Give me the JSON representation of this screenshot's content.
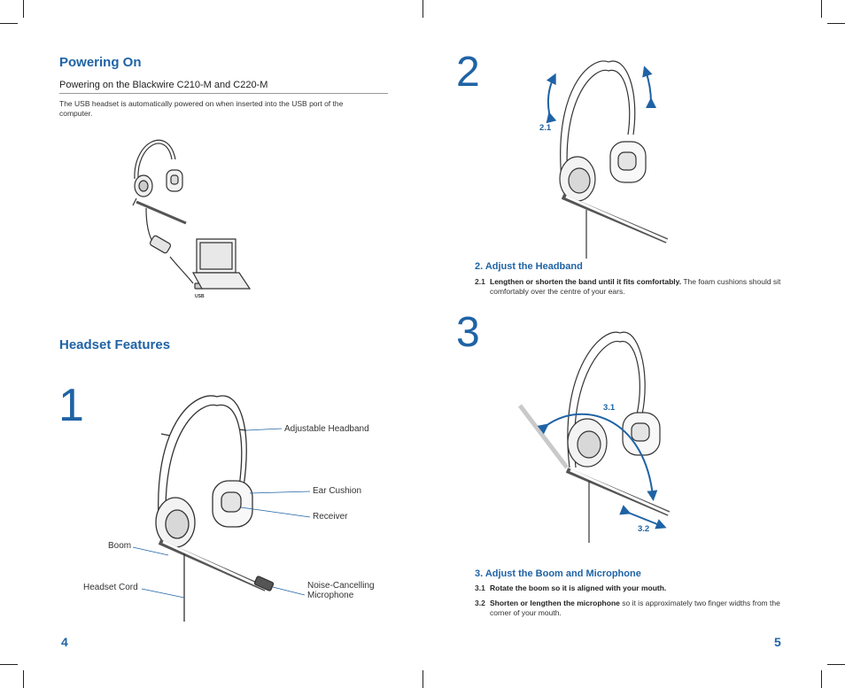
{
  "left_page": {
    "powering_on": {
      "title": "Powering On",
      "subtitle": "Powering on the Blackwire C210-M and C220-M",
      "body": "The USB headset is automatically powered on when inserted into the USB port of the computer.",
      "usb_label": "USB"
    },
    "features": {
      "title": "Headset Features",
      "step_number": "1",
      "labels": {
        "adjustable_headband": "Adjustable Headband",
        "ear_cushion": "Ear Cushion",
        "receiver": "Receiver",
        "boom": "Boom",
        "headset_cord": "Headset Cord",
        "mic_line1": "Noise-Cancelling",
        "mic_line2": "Microphone"
      }
    },
    "page_number": "4"
  },
  "right_page": {
    "step2": {
      "number": "2",
      "callout": "2.1",
      "title": "2. Adjust the Headband",
      "items": [
        {
          "num": "2.1",
          "bold": "Lengthen or shorten the band until it fits comfortably.",
          "text": " The foam cushions should sit comfortably over the centre of your ears."
        }
      ]
    },
    "step3": {
      "number": "3",
      "callout_a": "3.1",
      "callout_b": "3.2",
      "title": "3. Adjust the Boom and Microphone",
      "items": [
        {
          "num": "3.1",
          "bold": "Rotate the boom so it is aligned with your mouth.",
          "text": ""
        },
        {
          "num": "3.2",
          "bold": "Shorten or lengthen the microphone",
          "text": " so it is approximately two finger widths from the corner of your mouth."
        }
      ]
    },
    "page_number": "5"
  },
  "colors": {
    "accent": "#1f63a5",
    "rule": "#999999"
  }
}
